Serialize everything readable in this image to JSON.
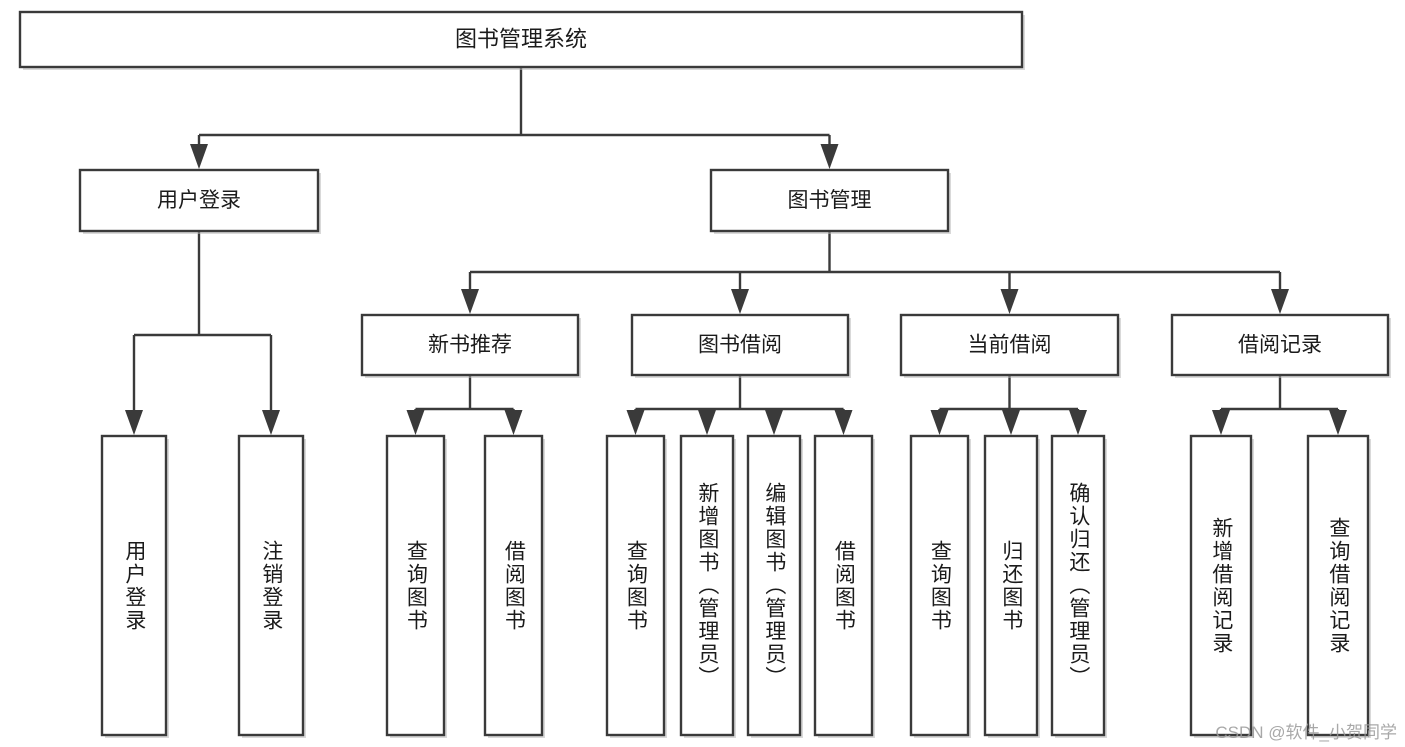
{
  "diagram": {
    "type": "tree",
    "title": "图书管理系统",
    "orientation": "top-down",
    "colors": {
      "stroke": "#3a3a3a",
      "box_fill": "#ffffff",
      "text": "#1b1b1b",
      "background": "#ffffff",
      "watermark": "#9a9a9a"
    },
    "root": {
      "id": "root",
      "label": "图书管理系统",
      "text_orientation": "horizontal"
    },
    "level2": [
      {
        "id": "user-login",
        "label": "用户登录",
        "text_orientation": "horizontal"
      },
      {
        "id": "book-manage",
        "label": "图书管理",
        "text_orientation": "horizontal"
      }
    ],
    "level3": [
      {
        "id": "new-book-recommend",
        "label": "新书推荐",
        "parent": "book-manage",
        "text_orientation": "horizontal"
      },
      {
        "id": "book-borrow",
        "label": "图书借阅",
        "parent": "book-manage",
        "text_orientation": "horizontal"
      },
      {
        "id": "current-borrow",
        "label": "当前借阅",
        "parent": "book-manage",
        "text_orientation": "horizontal"
      },
      {
        "id": "borrow-record",
        "label": "借阅记录",
        "parent": "book-manage",
        "text_orientation": "horizontal"
      }
    ],
    "leaves": [
      {
        "id": "leaf-user-login",
        "label": "用户登录",
        "parent": "user-login",
        "text_orientation": "vertical"
      },
      {
        "id": "leaf-logout",
        "label": "注销登录",
        "parent": "user-login",
        "text_orientation": "vertical"
      },
      {
        "id": "leaf-query-book-rec",
        "label": "查询图书",
        "parent": "new-book-recommend",
        "text_orientation": "vertical"
      },
      {
        "id": "leaf-borrow-book-rec",
        "label": "借阅图书",
        "parent": "new-book-recommend",
        "text_orientation": "vertical"
      },
      {
        "id": "leaf-query-book-borrow",
        "label": "查询图书",
        "parent": "book-borrow",
        "text_orientation": "vertical"
      },
      {
        "id": "leaf-add-book-admin",
        "label": "新增图书（管理员）",
        "parent": "book-borrow",
        "text_orientation": "vertical"
      },
      {
        "id": "leaf-edit-book-admin",
        "label": "编辑图书（管理员）",
        "parent": "book-borrow",
        "text_orientation": "vertical"
      },
      {
        "id": "leaf-borrow-book",
        "label": "借阅图书",
        "parent": "book-borrow",
        "text_orientation": "vertical"
      },
      {
        "id": "leaf-query-book-current",
        "label": "查询图书",
        "parent": "current-borrow",
        "text_orientation": "vertical"
      },
      {
        "id": "leaf-return-book",
        "label": "归还图书",
        "parent": "current-borrow",
        "text_orientation": "vertical"
      },
      {
        "id": "leaf-confirm-return-admin",
        "label": "确认归还（管理员）",
        "parent": "current-borrow",
        "text_orientation": "vertical"
      },
      {
        "id": "leaf-add-borrow-record",
        "label": "新增借阅记录",
        "parent": "borrow-record",
        "text_orientation": "vertical"
      },
      {
        "id": "leaf-query-borrow-record",
        "label": "查询借阅记录",
        "parent": "borrow-record",
        "text_orientation": "vertical"
      }
    ],
    "edges": [
      {
        "from": "root",
        "to": "user-login"
      },
      {
        "from": "root",
        "to": "book-manage"
      },
      {
        "from": "book-manage",
        "to": "new-book-recommend"
      },
      {
        "from": "book-manage",
        "to": "book-borrow"
      },
      {
        "from": "book-manage",
        "to": "current-borrow"
      },
      {
        "from": "book-manage",
        "to": "borrow-record"
      },
      {
        "from": "user-login",
        "to": "leaf-user-login"
      },
      {
        "from": "user-login",
        "to": "leaf-logout"
      },
      {
        "from": "new-book-recommend",
        "to": "leaf-query-book-rec"
      },
      {
        "from": "new-book-recommend",
        "to": "leaf-borrow-book-rec"
      },
      {
        "from": "book-borrow",
        "to": "leaf-query-book-borrow"
      },
      {
        "from": "book-borrow",
        "to": "leaf-add-book-admin"
      },
      {
        "from": "book-borrow",
        "to": "leaf-edit-book-admin"
      },
      {
        "from": "book-borrow",
        "to": "leaf-borrow-book"
      },
      {
        "from": "current-borrow",
        "to": "leaf-query-book-current"
      },
      {
        "from": "current-borrow",
        "to": "leaf-return-book"
      },
      {
        "from": "current-borrow",
        "to": "leaf-confirm-return-admin"
      },
      {
        "from": "borrow-record",
        "to": "leaf-add-borrow-record"
      },
      {
        "from": "borrow-record",
        "to": "leaf-query-borrow-record"
      }
    ]
  },
  "watermark": {
    "text": "CSDN @软件_小贺同学"
  }
}
